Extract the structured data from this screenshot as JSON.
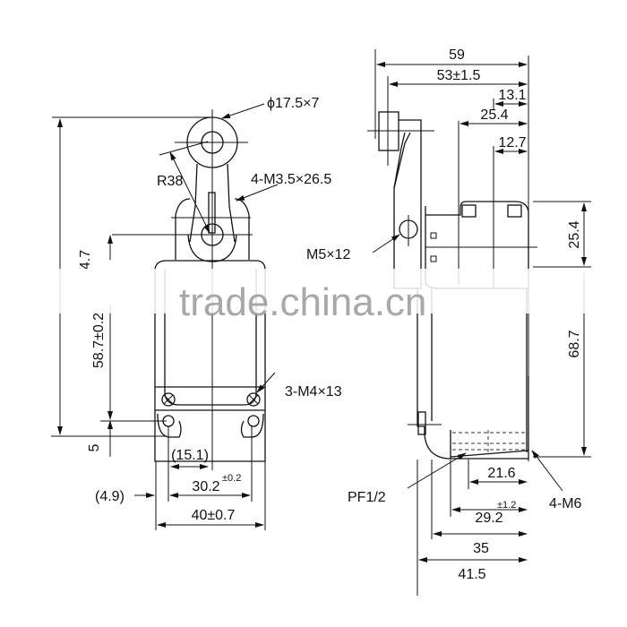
{
  "front_view": {
    "roller": "ϕ17.5×7",
    "radius": "R38",
    "lever_screws": "4-M3.5×26.5",
    "body_screws": "3-M4×13",
    "dim_4_7": "4.7",
    "dim_58_7": "58.7±0.2",
    "dim_5": "5",
    "dim_15_1": "(15.1)",
    "dim_30_2": "30.2",
    "dim_30_2_tol": "±0.2",
    "dim_4_9": "(4.9)",
    "dim_40": "40±0.7"
  },
  "side_view": {
    "dim_59": "59",
    "dim_53": "53±1.5",
    "dim_13_1": "13.1",
    "dim_25_4_h": "25.4",
    "dim_12_7": "12.7",
    "dim_25_4_v": "25.4",
    "dim_68_7": "68.7",
    "screw": "M5×12",
    "conduit": "PF1/2",
    "mount": "4-M6",
    "dim_21_6": "21.6",
    "dim_29_2": "29.2",
    "dim_29_2_tol": "±1.2",
    "dim_35": "35",
    "dim_41_5": "41.5"
  },
  "watermark": "trade.china.cn"
}
